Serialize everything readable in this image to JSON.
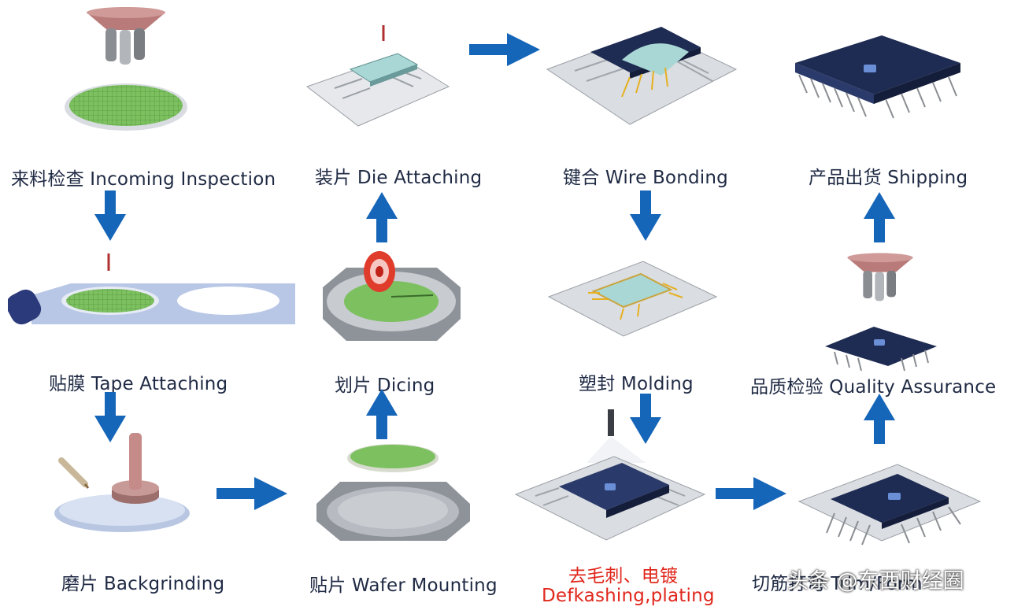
{
  "steps": {
    "incoming_inspection": "来料检查 Incoming Inspection",
    "die_attaching": "装片 Die Attaching",
    "wire_bonding": "键合 Wire Bonding",
    "shipping": "产品出货 Shipping",
    "tape_attaching": "贴膜 Tape Attaching",
    "dicing": "划片 Dicing",
    "molding": "塑封 Molding",
    "quality_assurance": "品质检验 Quality Assurance",
    "backgrinding": "磨片 Backgrinding",
    "wafer_mounting": "贴片 Wafer Mounting",
    "deflashing_cn": "去毛刺、电镀",
    "deflashing_en": "Defkashing,plating",
    "trim_form": "切筋打弯 Trim/Form"
  },
  "watermark": "头条 @东西财经圈",
  "colors": {
    "arrow": "#1565b8",
    "label": "#1f2a44",
    "highlight_label": "#e0271c",
    "wafer_green": "#7cc060",
    "chip_navy": "#1e2b52",
    "frame_gray": "#c9ccd1"
  }
}
